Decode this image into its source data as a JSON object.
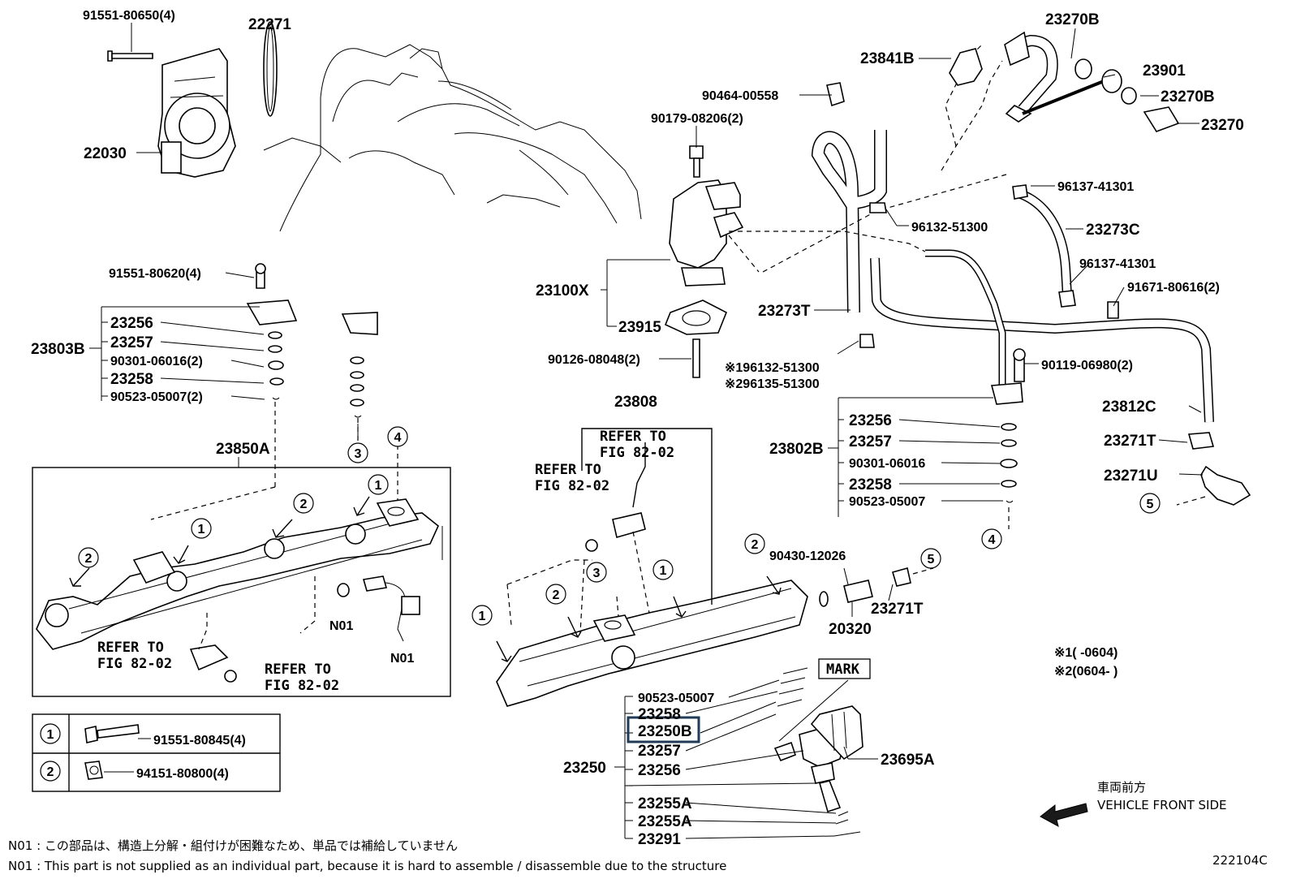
{
  "labels": {
    "l_91551_80650": "91551-80650(4)",
    "l_22271": "22271",
    "l_22030": "22030",
    "l_91551_80620": "91551-80620(4)",
    "l_23803B": "23803B",
    "l_23256_a": "23256",
    "l_23257_a": "23257",
    "l_90301_2": "90301-06016(2)",
    "l_23258_a": "23258",
    "l_90523_2": "90523-05007(2)",
    "l_23850A": "23850A",
    "l_refer_a1": "REFER TO",
    "l_refer_a2": "FIG 82-02",
    "l_refer_b1": "REFER TO",
    "l_refer_b2": "FIG 82-02",
    "l_n01_a": "N01",
    "l_n01_b": "N01",
    "l_91551_80845": "91551-80845(4)",
    "l_94151_80800": "94151-80800(4)",
    "l_23841B": "23841B",
    "l_23270B_a": "23270B",
    "l_23901": "23901",
    "l_23270B_b": "23270B",
    "l_23270": "23270",
    "l_90464": "90464-00558",
    "l_90179": "90179-08206(2)",
    "l_96137_a": "96137-41301",
    "l_96132": "96132-51300",
    "l_23273C": "23273C",
    "l_96137_b": "96137-41301",
    "l_91671": "91671-80616(2)",
    "l_23100X": "23100X",
    "l_23273T": "23273T",
    "l_23915": "23915",
    "l_90126": "90126-08048(2)",
    "l_note1": "※196132-51300",
    "l_note2": "※296135-51300",
    "l_90119": "90119-06980(2)",
    "l_23812C": "23812C",
    "l_23271T_a": "23271T",
    "l_23271U": "23271U",
    "l_23808": "23808",
    "l_refer_c1": "REFER TO",
    "l_refer_c2": "FIG 82-02",
    "l_refer_d1": "REFER TO",
    "l_refer_d2": "FIG 82-02",
    "l_23802B": "23802B",
    "l_23256_b": "23256",
    "l_23257_b": "23257",
    "l_90301_b": "90301-06016",
    "l_23258_b": "23258",
    "l_90523_b": "90523-05007",
    "l_90430": "90430-12026",
    "l_20320": "20320",
    "l_23271T_b": "23271T",
    "l_range1": "※1(    -0604)",
    "l_range2": "※2(0604-    )",
    "l_90523_c": "90523-05007",
    "l_23258_c": "23258",
    "l_23250B": "23250B",
    "l_23257_c": "23257",
    "l_23256_c": "23256",
    "l_23250": "23250",
    "l_23255A_a": "23255A",
    "l_23255A_b": "23255A",
    "l_23291": "23291",
    "l_mark": "MARK",
    "l_23695A": "23695A"
  },
  "callouts": [
    "1",
    "2",
    "3",
    "4",
    "5"
  ],
  "legend": {
    "row1_num": "1",
    "row1_part": "91551-80845(4)",
    "row2_num": "2",
    "row2_part": "94151-80800(4)"
  },
  "front": {
    "jp": "車両前方",
    "en": "VEHICLE FRONT SIDE"
  },
  "notes": {
    "n01_jp": "N01 : この部品は、構造上分解・組付けが困難なため、単品では補給していません",
    "n01_en": "N01 : This part is not supplied as an individual part, because it is hard to assemble / disassemble due to the structure"
  },
  "figure_code": "222104C",
  "highlight_color": "#1f3b57"
}
